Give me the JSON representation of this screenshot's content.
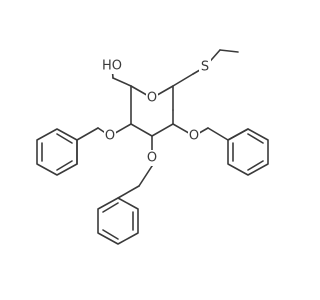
{
  "molecule": {
    "atoms": {
      "hydroxyl": "HO",
      "ring_oxygen": "O",
      "sulfur": "S",
      "benzyloxy_left": "O",
      "benzyloxy_bottom": "O",
      "benzyloxy_right": "O"
    }
  },
  "colors": {
    "bond": "#3a3a3a",
    "background": "#ffffff"
  }
}
